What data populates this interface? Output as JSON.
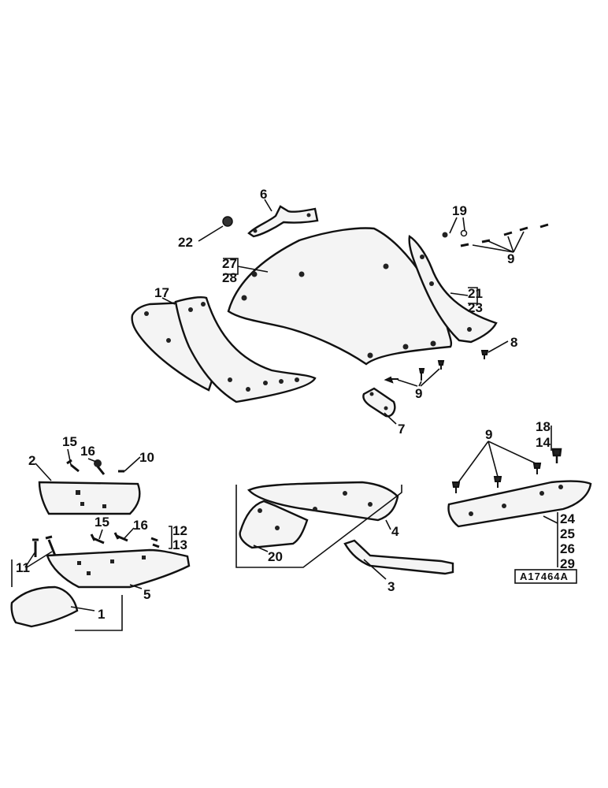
{
  "drawing_code": "A17464A",
  "callouts": {
    "c1": "1",
    "c2": "2",
    "c3": "3",
    "c4": "4",
    "c5": "5",
    "c6": "6",
    "c7": "7",
    "c8": "8",
    "c9a": "9",
    "c9b": "9",
    "c9c": "9",
    "c10": "10",
    "c11": "11",
    "c12": "12",
    "c13": "13",
    "c14": "14",
    "c15a": "15",
    "c15b": "15",
    "c16a": "16",
    "c16b": "16",
    "c17": "17",
    "c18": "18",
    "c19": "19",
    "c20": "20",
    "c21": "21",
    "c22": "22",
    "c23": "23",
    "c24": "24",
    "c25": "25",
    "c26": "26",
    "c27": "27",
    "c28": "28",
    "c29": "29"
  }
}
